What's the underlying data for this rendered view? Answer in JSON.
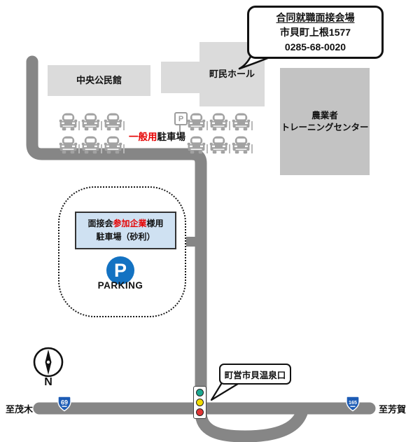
{
  "title_bubble": {
    "venue": "合同就職面接会場",
    "address": "市貝町上根1577",
    "phone": "0285-68-0020"
  },
  "buildings": {
    "community_center": "中央公民館",
    "town_hall": "町民ホール",
    "training_center_line1": "農業者",
    "training_center_line2": "トレーニングセンター"
  },
  "general_parking": {
    "red": "一般用",
    "black": "駐車場",
    "sign": "P"
  },
  "company_parking": {
    "line1_pre": "面接会",
    "line1_red": "参加企業",
    "line1_post": "様用",
    "line2": "駐車場（砂利）",
    "symbol": "P",
    "caption": "PARKING"
  },
  "map_labels": {
    "onsen": "町営市貝温泉口",
    "dest_west": "至茂木",
    "dest_east": "至芳賀",
    "route_west": "69",
    "route_east": "165",
    "north": "N"
  },
  "colors": {
    "road": "#868686",
    "building_light": "#dbdbdb",
    "building_dark": "#c3c3c3",
    "accent_red": "#e60000",
    "info_box_fill": "#cfe1f2",
    "p_circle_blue": "#1372c2",
    "route_badge_blue": "#1d5cb5",
    "signal_green": "#1ba890",
    "signal_yellow": "#f2dc00",
    "signal_red": "#e23535",
    "car_gray": "#a2a2a2"
  }
}
